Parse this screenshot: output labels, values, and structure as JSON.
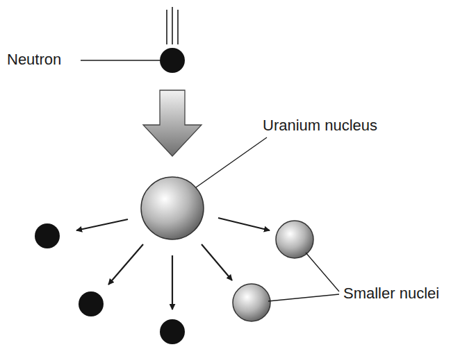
{
  "diagram": {
    "labels": [
      "Neutron",
      "Uranium nucleus",
      "Smaller nuclei"
    ]
  }
}
